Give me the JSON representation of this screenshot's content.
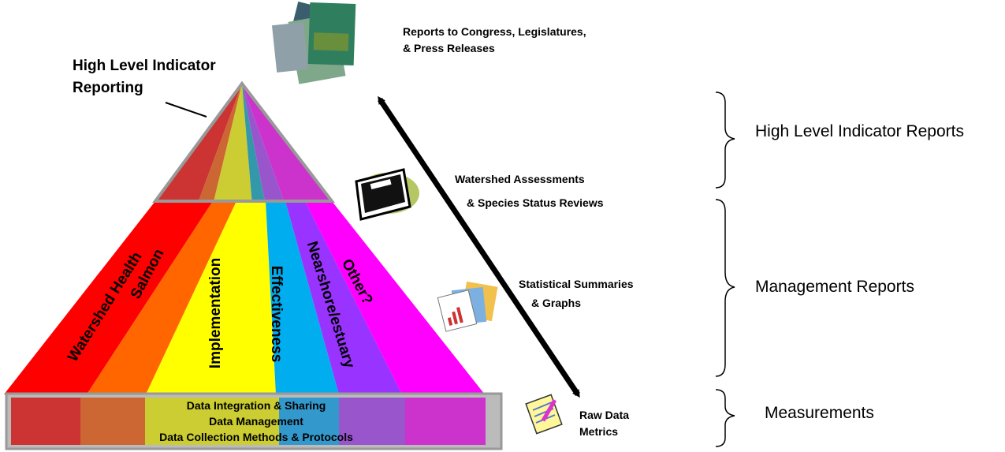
{
  "pyramid": {
    "apex_label_line1": "High Level Indicator",
    "apex_label_line2": "Reporting",
    "segments": [
      {
        "label": "Watershed Health",
        "color": "#ff0000"
      },
      {
        "label": "Salmon",
        "color": "#ff6600"
      },
      {
        "label": "Implementation",
        "color": "#ffff00"
      },
      {
        "label": "Effectiveness",
        "color": "#00aeef"
      },
      {
        "label": "Nearshore/estuary",
        "color": "#9933ff"
      },
      {
        "label": "Other?",
        "color": "#ff00ff"
      }
    ]
  },
  "base": {
    "line1": "Data Integration & Sharing",
    "line2": "Data Management",
    "line3": "Data Collection Methods & Protocols"
  },
  "flow": {
    "reports_line1": "Reports to Congress, Legislatures,",
    "reports_line2": "& Press Releases",
    "assessments_line1": "Watershed Assessments",
    "assessments_line2": "& Species Status Reviews",
    "summaries_line1": "Statistical Summaries",
    "summaries_line2": "& Graphs",
    "raw_line1": "Raw Data",
    "raw_line2": "Metrics"
  },
  "tiers": [
    {
      "label": "High Level Indicator Reports"
    },
    {
      "label": "Management Reports"
    },
    {
      "label": "Measurements"
    }
  ],
  "icons": [
    "report-covers-icon",
    "notebook-icon",
    "chart-pages-icon",
    "notepad-icon"
  ]
}
